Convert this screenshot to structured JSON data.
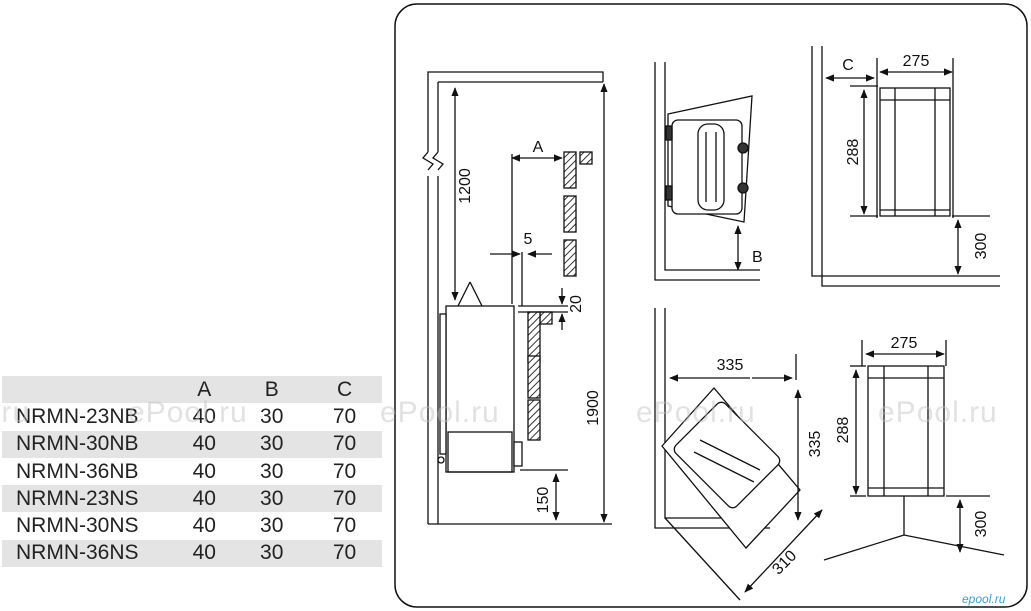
{
  "table": {
    "headers": [
      "",
      "A",
      "B",
      "C"
    ],
    "rows": [
      [
        "NRMN-23NB",
        "40",
        "30",
        "70"
      ],
      [
        "NRMN-30NB",
        "40",
        "30",
        "70"
      ],
      [
        "NRMN-36NB",
        "40",
        "30",
        "70"
      ],
      [
        "NRMN-23NS",
        "40",
        "30",
        "70"
      ],
      [
        "NRMN-30NS",
        "40",
        "30",
        "70"
      ],
      [
        "NRMN-36NS",
        "40",
        "30",
        "70"
      ]
    ]
  },
  "diagram": {
    "side_view": {
      "dim_top": "1200",
      "dim_a": "A",
      "dim_5": "5",
      "dim_20": "20",
      "dim_total": "1900",
      "dim_bottom": "150"
    },
    "top_view_wall": {
      "dim_b": "B"
    },
    "front_view_wall": {
      "dim_c": "C",
      "dim_width": "275",
      "dim_height": "288",
      "dim_floor": "300"
    },
    "top_view_corner": {
      "dim_335_horizontal": "335",
      "dim_335_vertical": "335",
      "dim_diagonal": "310"
    },
    "front_view_corner": {
      "dim_width": "275",
      "dim_height": "288",
      "dim_floor": "300"
    }
  },
  "watermarks": [
    ".ru",
    "ePool.ru",
    "ePool.ru",
    "ePool.ru",
    "ePool.ru"
  ],
  "logo": "epool.ru",
  "colors": {
    "line": "#111111",
    "table_stripe": "#e4e4e4",
    "watermark": "#bebebe",
    "logo": "#3aa0d8"
  }
}
